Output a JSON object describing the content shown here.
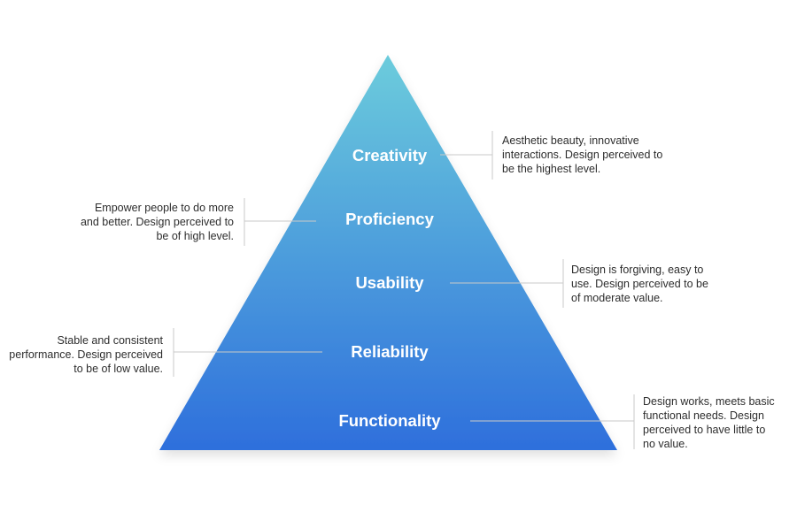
{
  "colors": {
    "pyramid_top": "#6cccdc",
    "pyramid_bottom": "#2e6fdc",
    "connector": "#c9c9c9",
    "text": "#2d2d2d",
    "label": "#ffffff"
  },
  "levels": [
    {
      "name": "Creativity",
      "description": [
        "Aesthetic beauty, innovative",
        "interactions. Design perceived to",
        "be the highest level."
      ]
    },
    {
      "name": "Proficiency",
      "description": [
        "Empower people to do more",
        "and better. Design perceived to",
        "be of high level."
      ]
    },
    {
      "name": "Usability",
      "description": [
        "Design is forgiving, easy to",
        "use. Design perceived to be",
        "of moderate value."
      ]
    },
    {
      "name": "Reliability",
      "description": [
        "Stable and consistent",
        "performance. Design perceived",
        "to be of low value."
      ]
    },
    {
      "name": "Functionality",
      "description": [
        "Design works, meets basic",
        "functional needs. Design",
        "perceived to have little to",
        "no value."
      ]
    }
  ]
}
